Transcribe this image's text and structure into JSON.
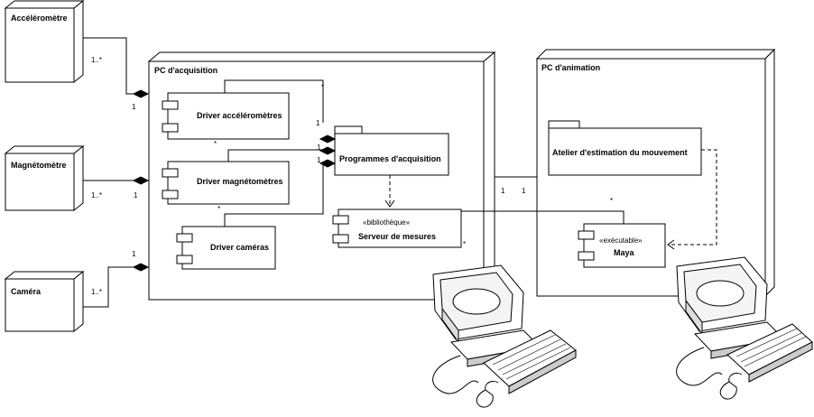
{
  "nodes": {
    "accelerometre": "Accéléromètre",
    "magnetometre": "Magnétomètre",
    "camera": "Caméra",
    "pc_acquisition": "PC d'acquisition",
    "pc_animation": "PC d'animation"
  },
  "components": {
    "driver_accelerometres": "Driver accéléromètres",
    "driver_magnetometres": "Driver magnétomètres",
    "driver_cameras": "Driver caméras",
    "programmes_acquisition": "Programmes d'acquisition",
    "serveur_mesures": {
      "stereotype": "«bibliothèque»",
      "name": "Serveur de mesures"
    },
    "atelier_estimation": "Atelier d'estimation du mouvement",
    "maya": {
      "stereotype": "«exécutable»",
      "name": "Maya"
    }
  },
  "multiplicities": {
    "accel_sensor_side": "1..*",
    "accel_pc_side": "1",
    "magneto_sensor_side": "1..*",
    "magneto_pc_side": "1",
    "camera_sensor_side": "1..*",
    "camera_pc_side": "1",
    "acq_driver_end": "*",
    "prog_end_top": "1",
    "prog_end_mid": "1",
    "prog_end_low": "1",
    "magdriver_end": "*",
    "camdriver_end": "*",
    "link_pc_acq": "1",
    "link_pc_anim": "1",
    "serveur_end": "*",
    "maya_end": "*"
  }
}
